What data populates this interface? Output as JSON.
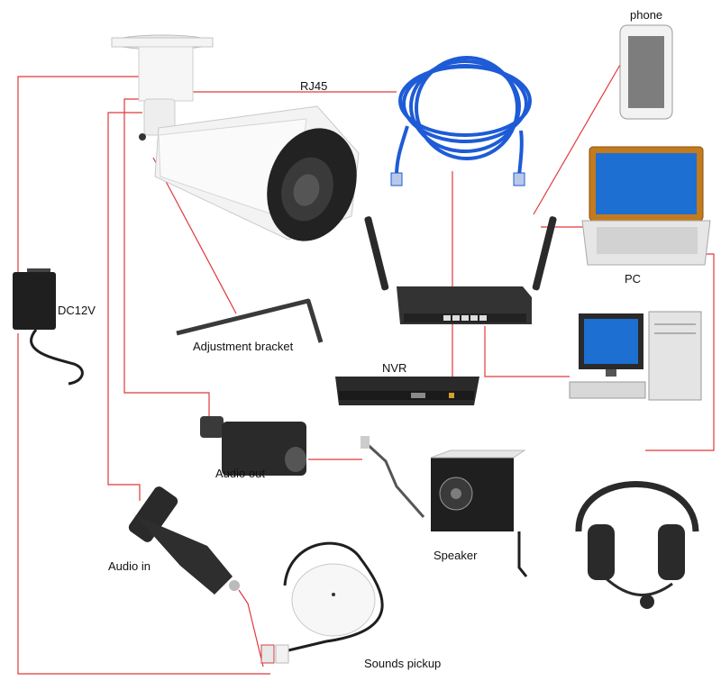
{
  "diagram": {
    "labels": {
      "rj45": "RJ45",
      "phone": "phone",
      "pc": "PC",
      "nvr": "NVR",
      "dc12v": "DC12V",
      "adjustment_bracket": "Adjustment bracket",
      "audio_out": "Audio out",
      "audio_in": "Audio in",
      "speaker": "Speaker",
      "sounds_pickup": "Sounds pickup"
    },
    "colors": {
      "connection_line": "#e0393b",
      "cable_blue": "#1e5bd6",
      "camera_body": "#f2f2f2",
      "device_dark": "#2a2a2a",
      "screen_blue": "#1d6fd1",
      "laptop_frame": "#c47a1e"
    },
    "icons": [
      "bullet-camera-icon",
      "ethernet-cable-icon",
      "phone-icon",
      "laptop-icon",
      "router-icon",
      "desktop-pc-icon",
      "nvr-icon",
      "power-adapter-icon",
      "allen-key-icon",
      "audio-out-adapter-icon",
      "audio-in-adapter-icon",
      "speaker-icon",
      "headset-icon",
      "microphone-pickup-icon"
    ]
  }
}
